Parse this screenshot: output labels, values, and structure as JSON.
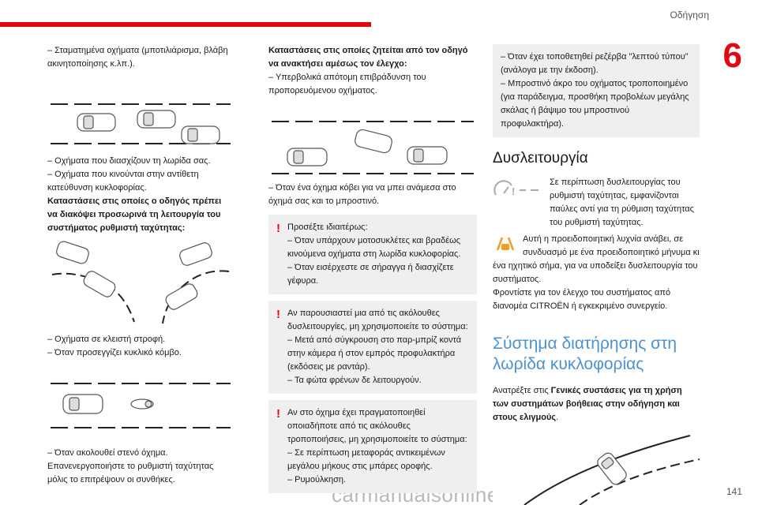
{
  "header": {
    "chapter_title": "Οδήγηση",
    "chapter_number": "6",
    "page_number": "141"
  },
  "watermark": "carmanualsonline.info",
  "col1": {
    "p1": "–  Σταματημένα οχήματα (μποτιλιάρισμα, βλάβη ακινητοποίησης κ.λπ.).",
    "p2": "–  Οχήματα που διασχίζουν τη λωρίδα σας.",
    "p3": "–  Οχήματα που κινούνται στην αντίθετη κατεύθυνση κυκλοφορίας.",
    "h1": "Καταστάσεις στις οποίες ο οδηγός πρέπει να διακόψει προσωρινά τη λειτουργία του συστήματος ρυθμιστή ταχύτητας:",
    "p4": "–  Οχήματα σε κλειστή στροφή.",
    "p5": "–  Όταν προσεγγίζει κυκλικό κόμβο.",
    "p6": "–  Όταν ακολουθεί στενό όχημα.",
    "p7": "Επανενεργοποιήστε το ρυθμιστή ταχύτητας μόλις το επιτρέψουν οι συνθήκες."
  },
  "col2": {
    "h1": "Καταστάσεις στις οποίες ζητείται από τον οδηγό να ανακτήσει αμέσως τον έλεγχο:",
    "p1": "–  Υπερβολικά απότομη επιβράδυνση του προπορευόμενου οχήματος.",
    "p2": "–  Όταν ένα όχημα κόβει για να μπει ανάμεσα στο όχημά σας και το μπροστινό.",
    "note1": {
      "a": "Προσέξτε ιδιαιτέρως:",
      "b": "–  Όταν υπάρχουν μοτοσυκλέτες και βραδέως κινούμενα οχήματα στη λωρίδα κυκλοφορίας.",
      "c": "–  Όταν εισέρχεστε σε σήραγγα ή διασχίζετε γέφυρα."
    },
    "note2": {
      "a": "Αν παρουσιαστεί μια από τις ακόλουθες δυσλειτουργίες, μη χρησιμοποιείτε το σύστημα:",
      "b": "–  Μετά από σύγκρουση στο παρ-μπρίζ κοντά στην κάμερα ή στον εμπρός προφυλακτήρα (εκδόσεις με ραντάρ).",
      "c": "–  Τα φώτα φρένων δε λειτουργούν."
    },
    "note3": {
      "a": "Αν στο όχημα έχει πραγματοποιηθεί οποιαδήποτε από τις ακόλουθες τροποποιήσεις, μη χρησιμοποιείτε το σύστημα:",
      "b": "–  Σε περίπτωση μεταφοράς αντικειμένων μεγάλου μήκους στις μπάρες οροφής.",
      "c": "–  Ρυμούλκηση."
    }
  },
  "col3": {
    "note": {
      "a": "–  Όταν έχει τοποθετηθεί ρεζέρβα \"λεπτού τύπου\" (ανάλογα με την έκδοση).",
      "b": "–  Μπροστινό άκρο του οχήματος τροποποιημένο (για παράδειγμα, προσθήκη προβολέων μεγάλης σκάλας ή βάψιμο του μπροστινού προφυλακτήρα)."
    },
    "h_malfunction": "Δυσλειτουργία",
    "p1": "Σε περίπτωση δυσλειτουργίας του ρυθμιστή ταχύτητας, εμφανίζονται παύλες αντί για τη ρύθμιση ταχύτητας του ρυθμιστή ταχύτητας.",
    "p2": "Αυτή η προειδοποιητική λυχνία ανάβει, σε συνδυασμό με ένα προειδοποιητικό μήνυμα κι ένα ηχητικό σήμα, για να υποδείξει δυσλειτουργία του συστήματος.",
    "p3": "Φροντίστε για τον έλεγχο του συστήματος από διανομέα CITROËN ή εγκεκριμένο συνεργείο.",
    "h_lane": "Σύστημα διατήρησης στη λωρίδα κυκλοφορίας",
    "p4a": "Ανατρέξτε στις ",
    "p4b": "Γενικές συστάσεις για τη χρήση των συστημάτων βοήθειας στην οδήγηση και στους ελιγμούς",
    "p4c": "."
  },
  "icons": {
    "speed_warning": "speedometer-dashes-icon",
    "lane_warning": "lane-departure-icon",
    "note_mark": "!"
  },
  "colors": {
    "accent_red": "#e30613",
    "heading_blue": "#4d91cf",
    "note_bg": "#efefef"
  }
}
